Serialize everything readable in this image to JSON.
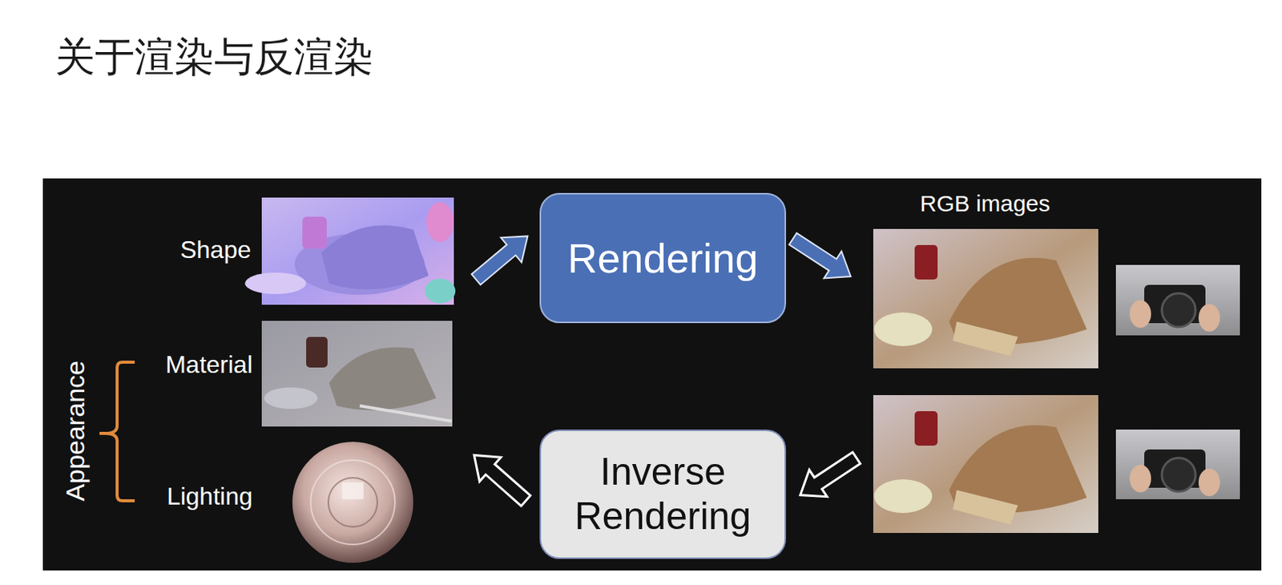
{
  "diagram": {
    "title": "关于渲染与反渲染",
    "nodes": [
      {
        "text": [
          "Rendering"
        ]
      },
      {
        "text": [
          "Inverse Rendering"
        ]
      }
    ],
    "labels": [
      "Shape",
      "Material",
      "Lighting",
      "Appearance",
      "RGB images"
    ]
  }
}
